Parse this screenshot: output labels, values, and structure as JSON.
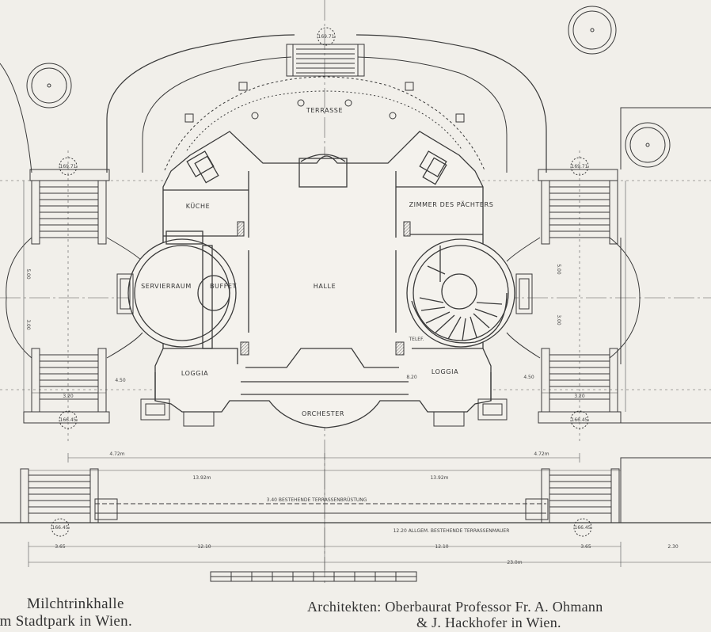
{
  "rooms": {
    "terrace": "TERRASSE",
    "kitchen": "KÜCHE",
    "tenant_room": "ZIMMER DES PÄCHTERS",
    "serving_room": "SERVIERRAUM",
    "buffet": "BUFFET",
    "hall": "HALLE",
    "loggia_left": "LOGGIA",
    "loggia_right": "LOGGIA",
    "orchestra": "ORCHESTER",
    "telephone": "TELEF."
  },
  "dimensions": {
    "d_472_left": "4.72m",
    "d_472_right": "4.72m",
    "d_1392_left": "13.92m",
    "d_1392_right": "13.92m",
    "d_1210_left": "12.10",
    "d_1210_right": "12.10",
    "d_365_left": "3.65",
    "d_365_right": "3.65",
    "d_23": "23.0m",
    "d_230": "2.30",
    "d_320_left": "3.20",
    "d_320_right": "3.20",
    "d_450_left": "4.50",
    "d_450_right": "4.50",
    "d_500_left": "5.00",
    "d_500_right": "5.00",
    "d_300_left": "3.00",
    "d_300_right": "3.00",
    "d_820": "8.20",
    "d_terrace_existing": "3.40 BESTEHENDE TERRASSENBRÜSTUNG",
    "d_terrace_new": "12.20 ALLGEM. BESTEHENDE TERRASSENMAUER",
    "elev_top": "169.71",
    "elev_left_top": "169.71",
    "elev_right_top": "169.71",
    "elev_left_bottom": "166.45",
    "elev_right_bottom": "166.45",
    "elev_left_lower": "166.45",
    "elev_right_lower": "166.45"
  },
  "caption": {
    "left_line1": "Milchtrinkhalle",
    "left_line2": "im Stadtpark in Wien.",
    "right_line1": "Architekten: Oberbaurat Professor Fr. A. Ohmann",
    "right_line2": "& J. Hackhofer in Wien."
  }
}
